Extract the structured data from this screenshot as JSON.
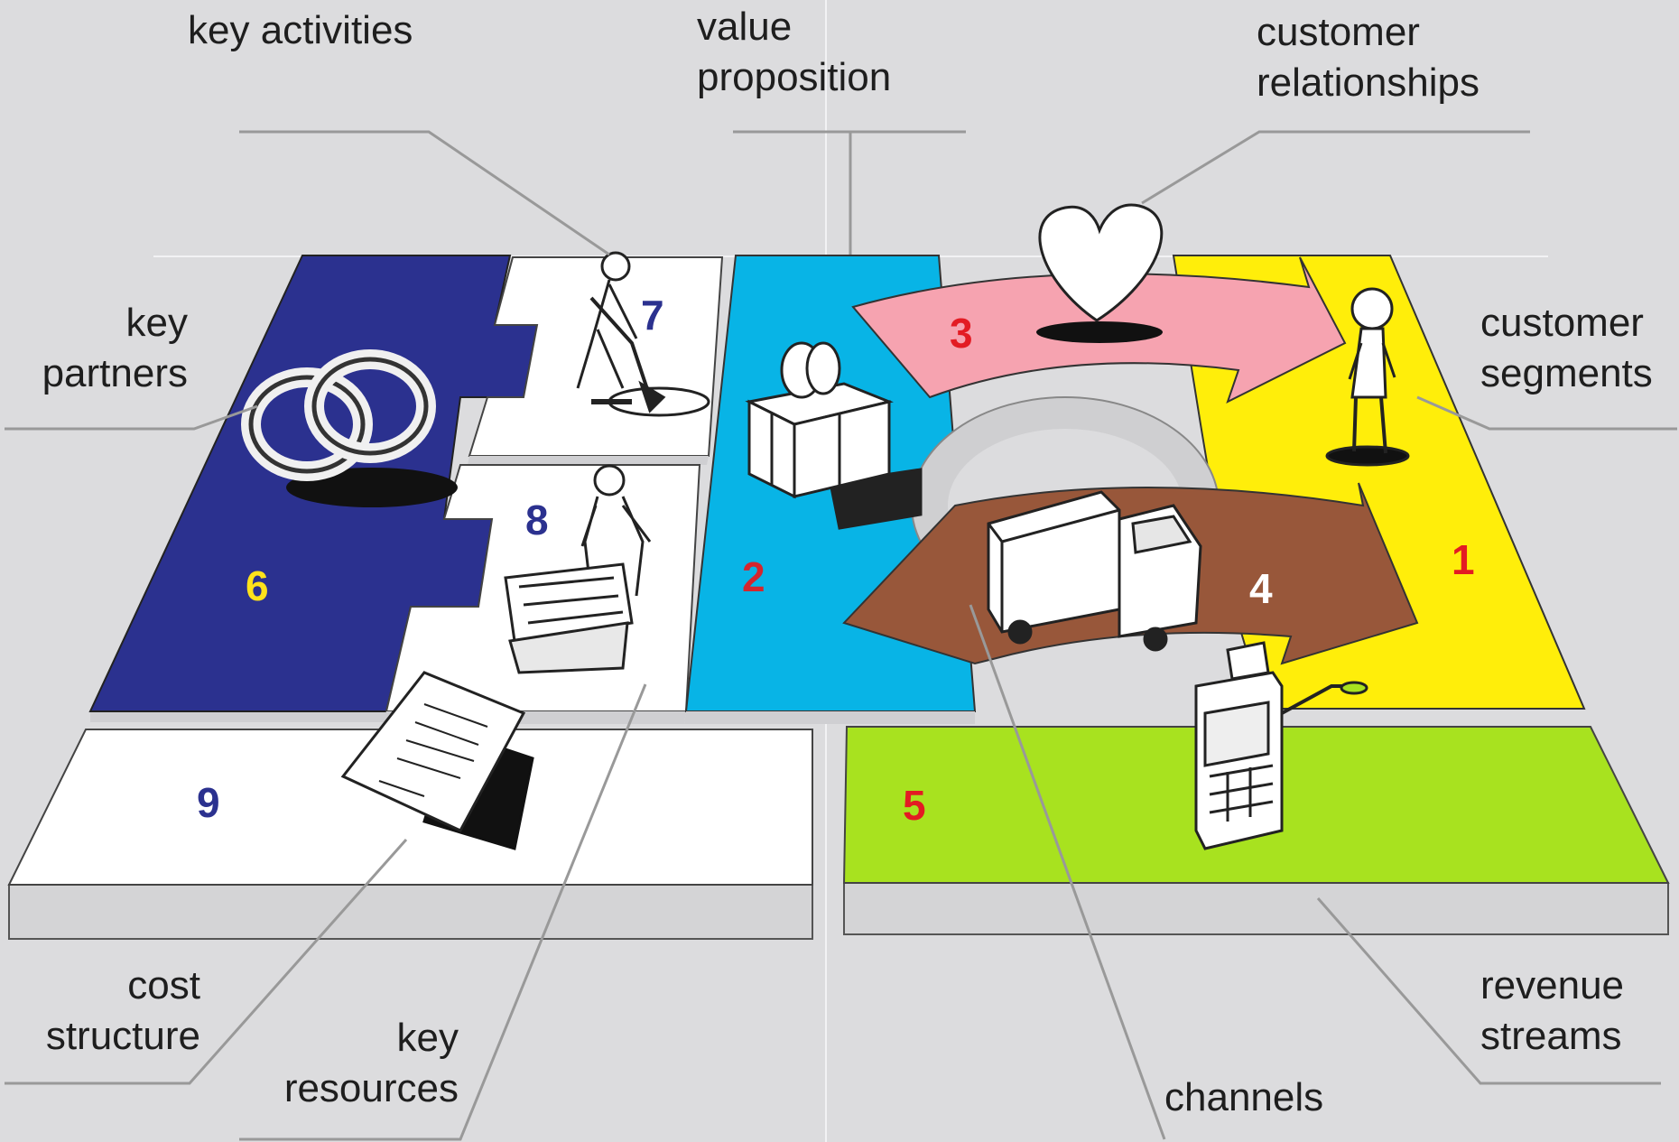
{
  "colors": {
    "key_partners": "#2b318f",
    "value_proposition": "#08b4e6",
    "customer_relationships": "#f6a3b0",
    "channels_arrow": "#98573a",
    "customer_segments": "#ffee0a",
    "revenue_streams": "#a8e21f",
    "white_block": "#ffffff",
    "background": "#dcdcde"
  },
  "numbers": {
    "customer_segments": "1",
    "value_proposition": "2",
    "customer_relationships": "3",
    "channels": "4",
    "revenue_streams": "5",
    "key_partners": "6",
    "key_activities": "7",
    "key_resources": "8",
    "cost_structure": "9"
  },
  "number_colors": {
    "customer_segments": "#e31b23",
    "value_proposition": "#d3262e",
    "customer_relationships": "#e31b23",
    "channels": "#ffffff",
    "revenue_streams": "#e31b23",
    "key_partners": "#ffe21a",
    "key_activities": "#2b318f",
    "key_resources": "#2b318f",
    "cost_structure": "#2b318f"
  },
  "labels": {
    "key_activities": "key activities",
    "value_proposition": [
      "value",
      "proposition"
    ],
    "customer_relationships": [
      "customer",
      "relationships"
    ],
    "key_partners": [
      "key",
      "partners"
    ],
    "customer_segments": [
      "customer",
      "segments"
    ],
    "cost_structure": [
      "cost",
      "structure"
    ],
    "key_resources": [
      "key",
      "resources"
    ],
    "channels": "channels",
    "revenue_streams": [
      "revenue",
      "streams"
    ]
  },
  "icons": {
    "key_partners": "interlocked-rings-icon",
    "key_activities": "person-digging-icon",
    "key_resources": "person-with-machine-icon",
    "value_proposition": "gift-box-icon",
    "customer_relationships": "heart-icon",
    "channels": "delivery-truck-icon",
    "customer_segments": "person-standing-icon",
    "revenue_streams": "cash-register-icon",
    "cost_structure": "invoice-document-icon"
  }
}
